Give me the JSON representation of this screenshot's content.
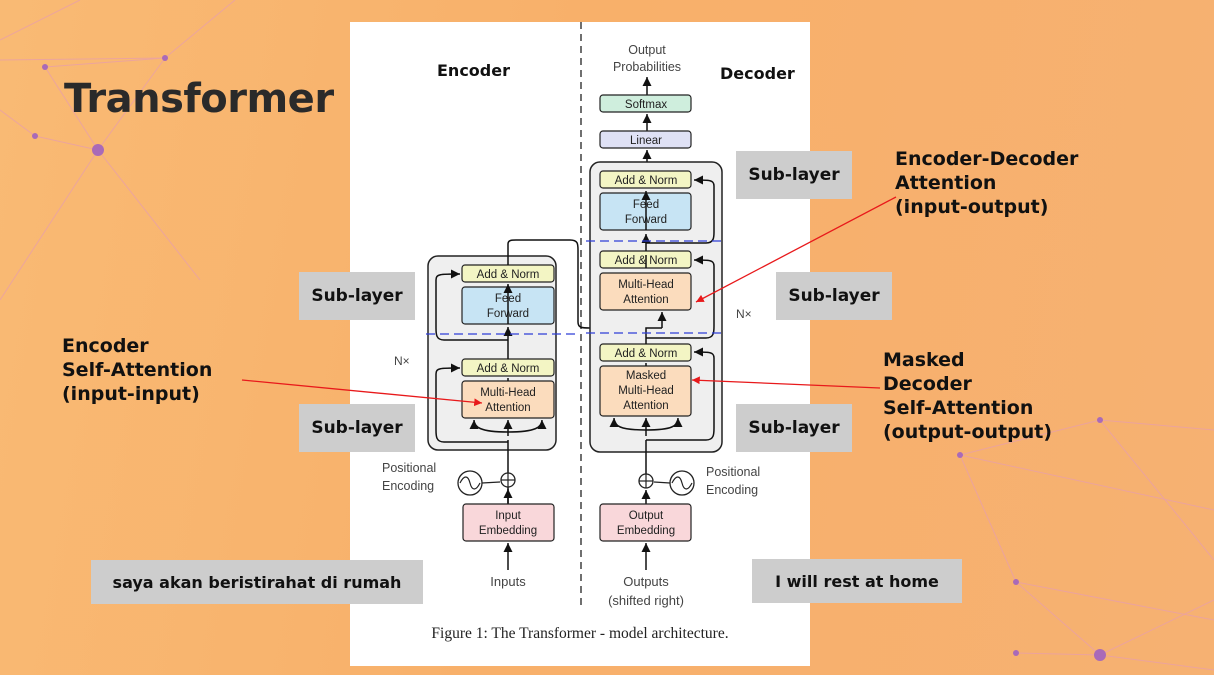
{
  "slide": {
    "title": "Transformer"
  },
  "figure": {
    "encoder_header": "Encoder",
    "decoder_header": "Decoder",
    "caption": "Figure 1: The Transformer - model architecture.",
    "encoder": {
      "add_norm": "Add & Norm",
      "feed_forward": [
        "Feed",
        "Forward"
      ],
      "multi_head": [
        "Multi-Head",
        "Attention"
      ],
      "nx": "N×",
      "positional": [
        "Positional",
        "Encoding"
      ],
      "embedding": [
        "Input",
        "Embedding"
      ],
      "input_label": "Inputs"
    },
    "decoder": {
      "output_probs": [
        "Output",
        "Probabilities"
      ],
      "softmax": "Softmax",
      "linear": "Linear",
      "add_norm": "Add & Norm",
      "feed_forward": [
        "Feed",
        "Forward"
      ],
      "multi_head": [
        "Multi-Head",
        "Attention"
      ],
      "masked": [
        "Masked",
        "Multi-Head",
        "Attention"
      ],
      "nx": "N×",
      "positional": [
        "Positional",
        "Encoding"
      ],
      "embedding": [
        "Output",
        "Embedding"
      ],
      "output_label": [
        "Outputs",
        "(shifted right)"
      ]
    }
  },
  "labels": {
    "sublayer": "Sub-layer",
    "input_sentence": "saya akan beristirahat di rumah",
    "output_sentence": "I will rest at home"
  },
  "annotations": {
    "encoder_self": [
      "Encoder",
      "Self-Attention",
      "(input-input)"
    ],
    "enc_dec": [
      "Encoder-Decoder",
      "Attention",
      "(input-output)"
    ],
    "masked_dec": [
      "Masked",
      "Decoder",
      "Self-Attention",
      "(output-output)"
    ]
  },
  "colors": {
    "background": "#f8b36e",
    "add_norm": "#f3f5c4",
    "feed_forward": "#c7e4f4",
    "attention": "#fbdcbd",
    "embedding": "#f9d7da",
    "softmax": "#cfeedd",
    "linear": "#dfe1f5",
    "annotation_arrow": "#e8191b",
    "dashed_line": "#2f3fd6"
  }
}
